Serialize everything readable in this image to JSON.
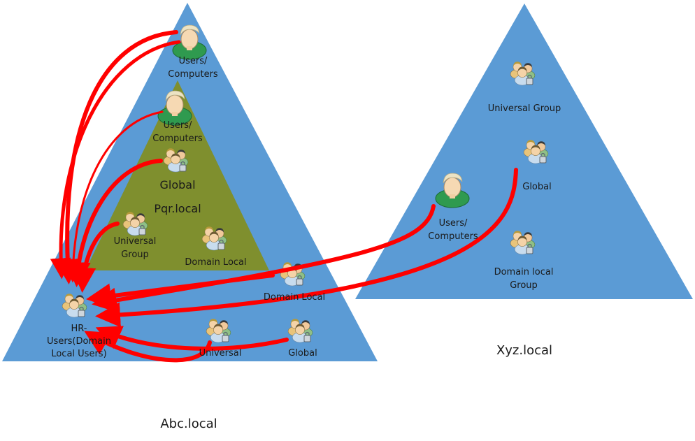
{
  "abc_forest": {
    "name": "Abc.local",
    "users_computers_label": "Users/\nComputers",
    "hr_group_label": "HR-\nUsers(Domain\nLocal Users)",
    "domain_local_label": "Domain Local",
    "universal_label": "Universal",
    "global_label": "Global"
  },
  "pqr_child": {
    "name": "Pqr.local",
    "users_computers_label": "Users/\nComputers",
    "global_label": "Global",
    "universal_group_label": "Universal\nGroup",
    "domain_local_label": "Domain Local"
  },
  "xyz_forest": {
    "name": "Xyz.local",
    "universal_group_label": "Universal Group",
    "global_label": "Global",
    "users_computers_label": "Users/\nComputers",
    "domain_local_group_label": "Domain local\nGroup"
  },
  "colors": {
    "forest_blue": "#5b9bd5",
    "child_olive": "#7f8f2e",
    "arrow_red": "#ff0000"
  },
  "icons": [
    "user-icon",
    "group-icon"
  ]
}
